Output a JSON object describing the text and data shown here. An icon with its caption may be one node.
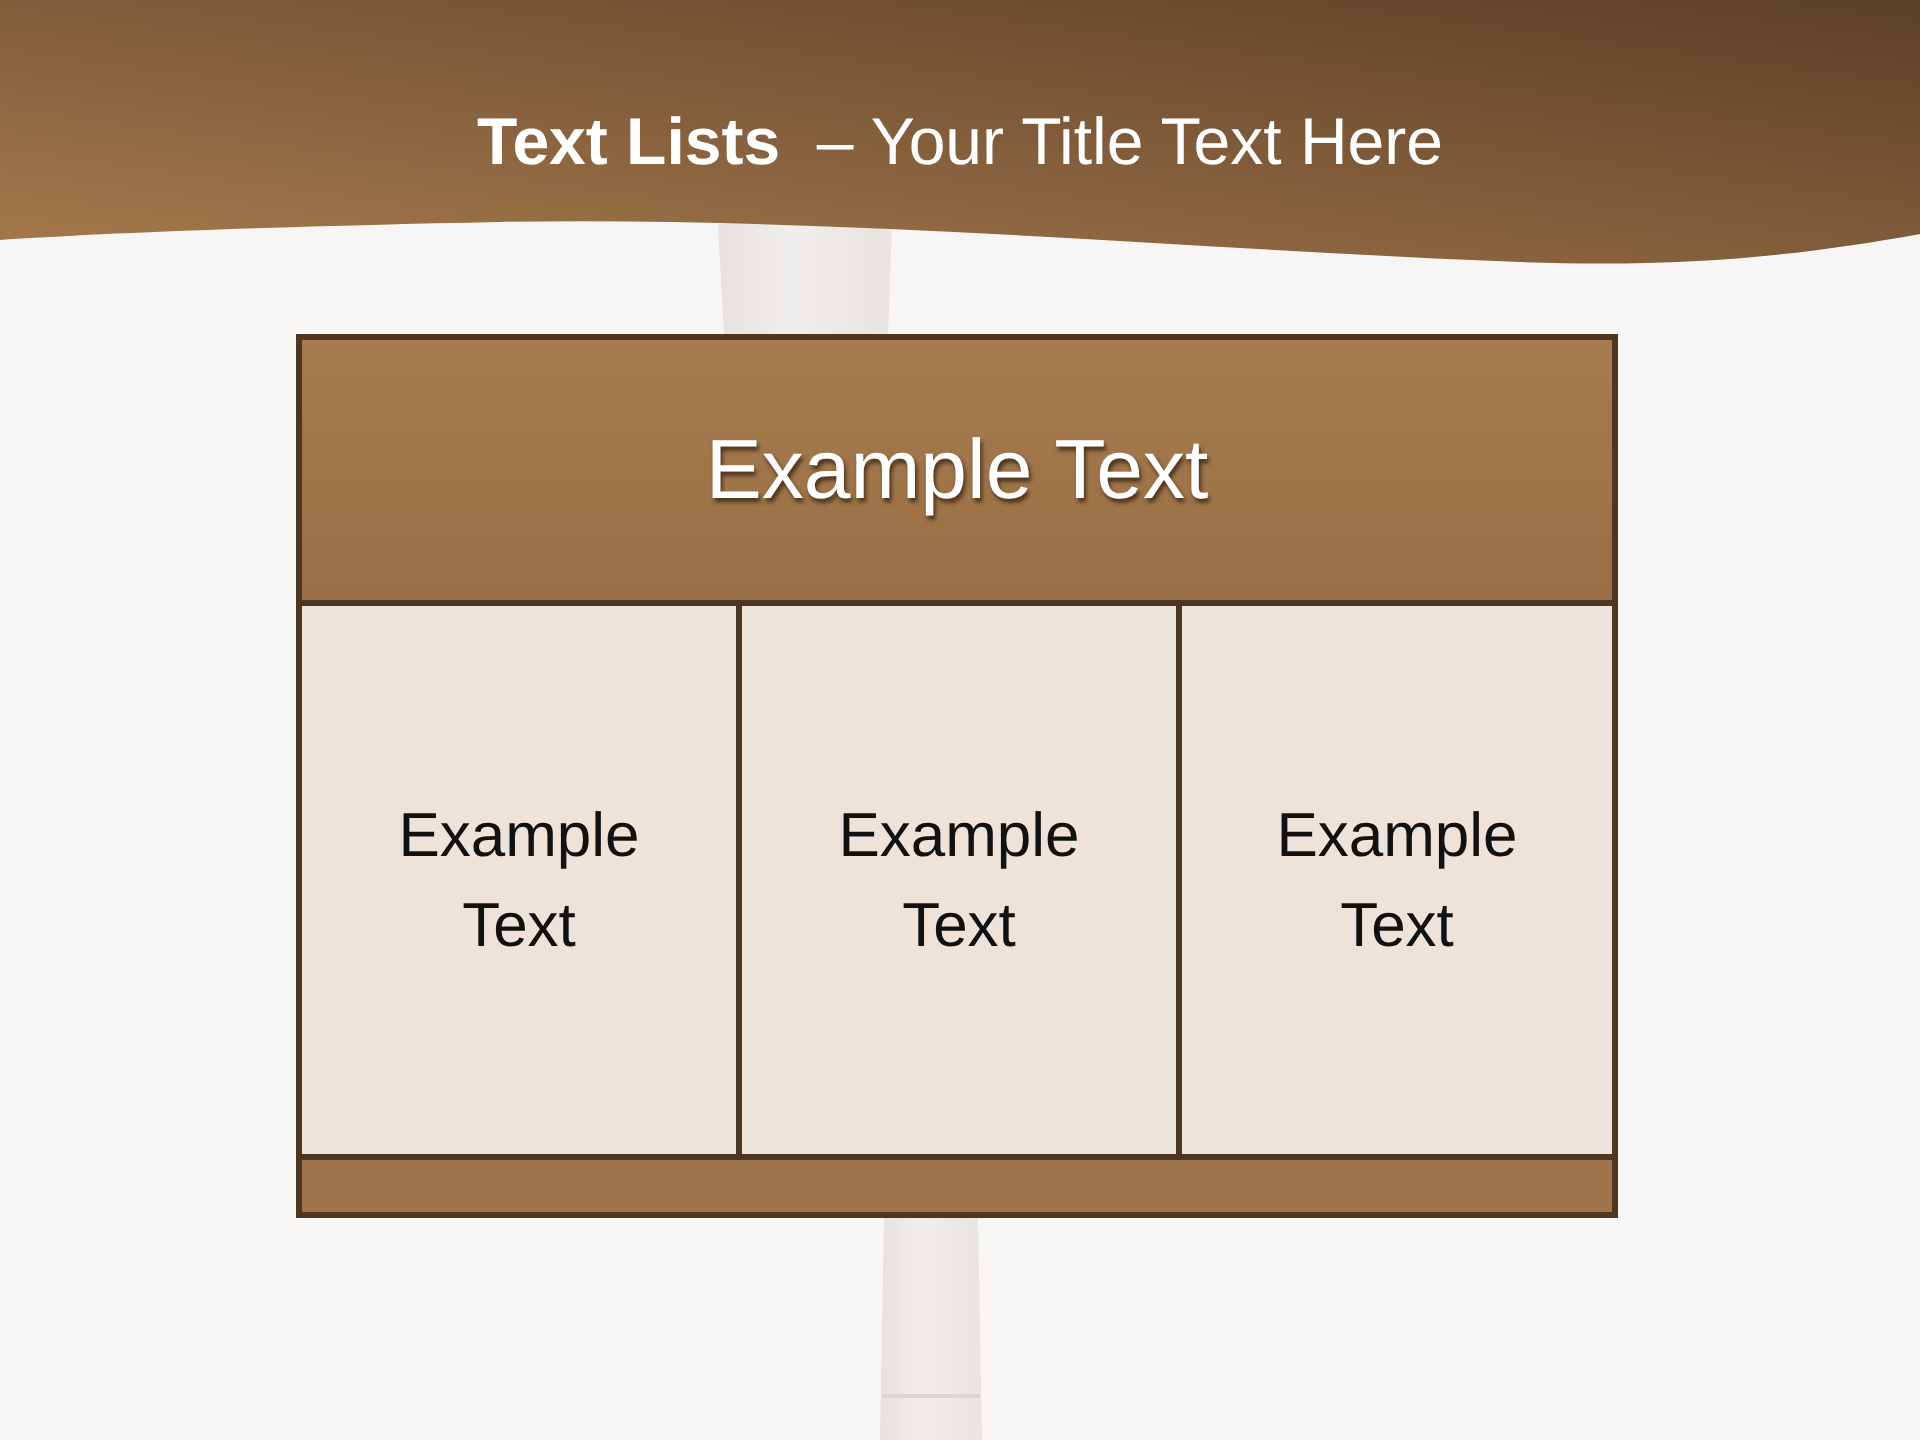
{
  "diagram": {
    "title": "**Text Lists**  – Your Title Text Here",
    "nodes": [
      {
        "text": [
          "Example Text"
        ]
      },
      {
        "text": [
          "Example Text"
        ]
      },
      {
        "text": [
          "Example Text"
        ]
      },
      {
        "text": [
          "Example Text"
        ]
      },
      {
        "text": [],
        "shape": "bar"
      }
    ]
  }
}
